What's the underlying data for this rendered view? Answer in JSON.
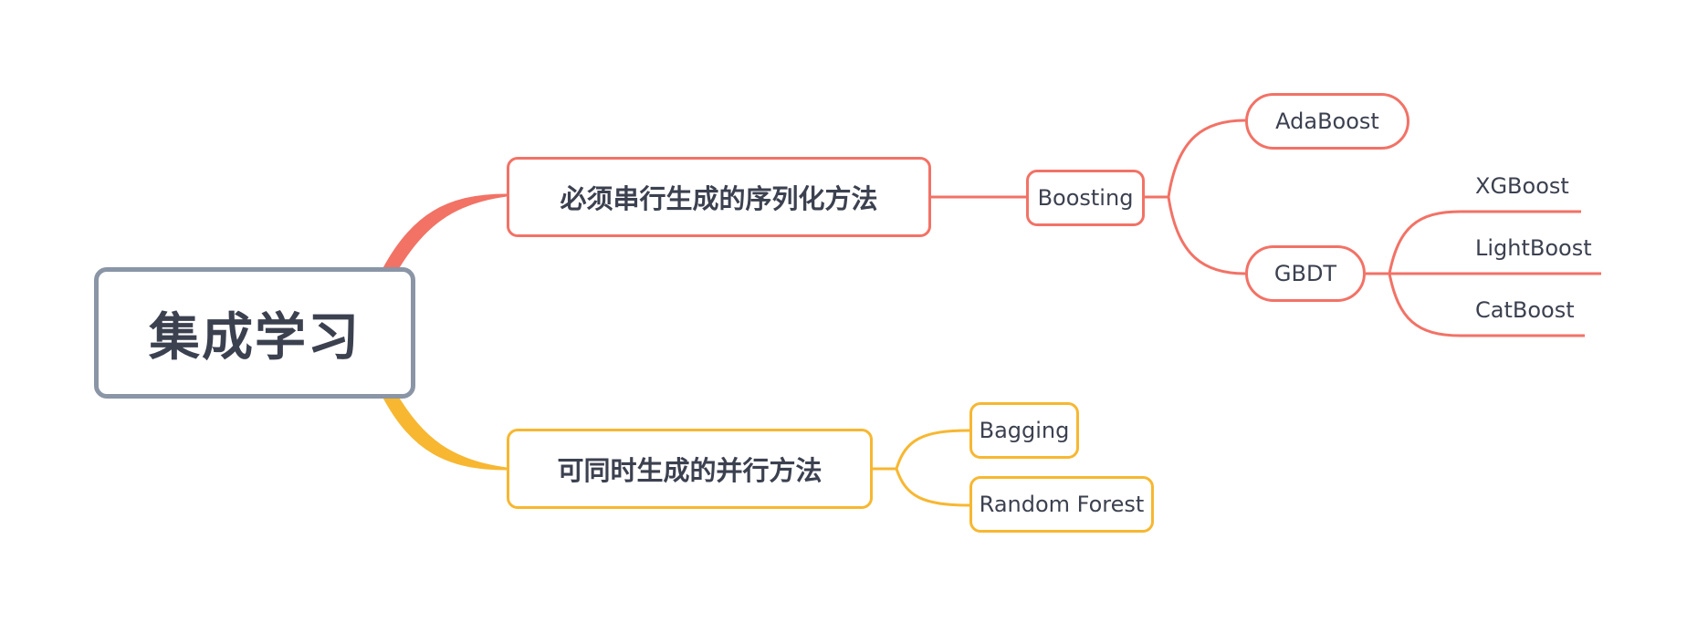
{
  "central": "集成学习",
  "branches": [
    {
      "label": "必须串行生成的序列化方法",
      "color": "#f27266",
      "children": [
        {
          "label": "Boosting",
          "children": [
            {
              "label": "AdaBoost"
            },
            {
              "label": "GBDT",
              "children": [
                "XGBoost",
                "LightBoost",
                "CatBoost"
              ]
            }
          ]
        }
      ]
    },
    {
      "label": "可同时生成的并行方法",
      "color": "#f7b731",
      "children": [
        {
          "label": "Bagging"
        },
        {
          "label": "Random Forest"
        }
      ]
    }
  ],
  "colors": {
    "central_border": "#8a95a6",
    "serial": "#f27266",
    "parallel": "#f7b731",
    "text": "#3c4150"
  }
}
